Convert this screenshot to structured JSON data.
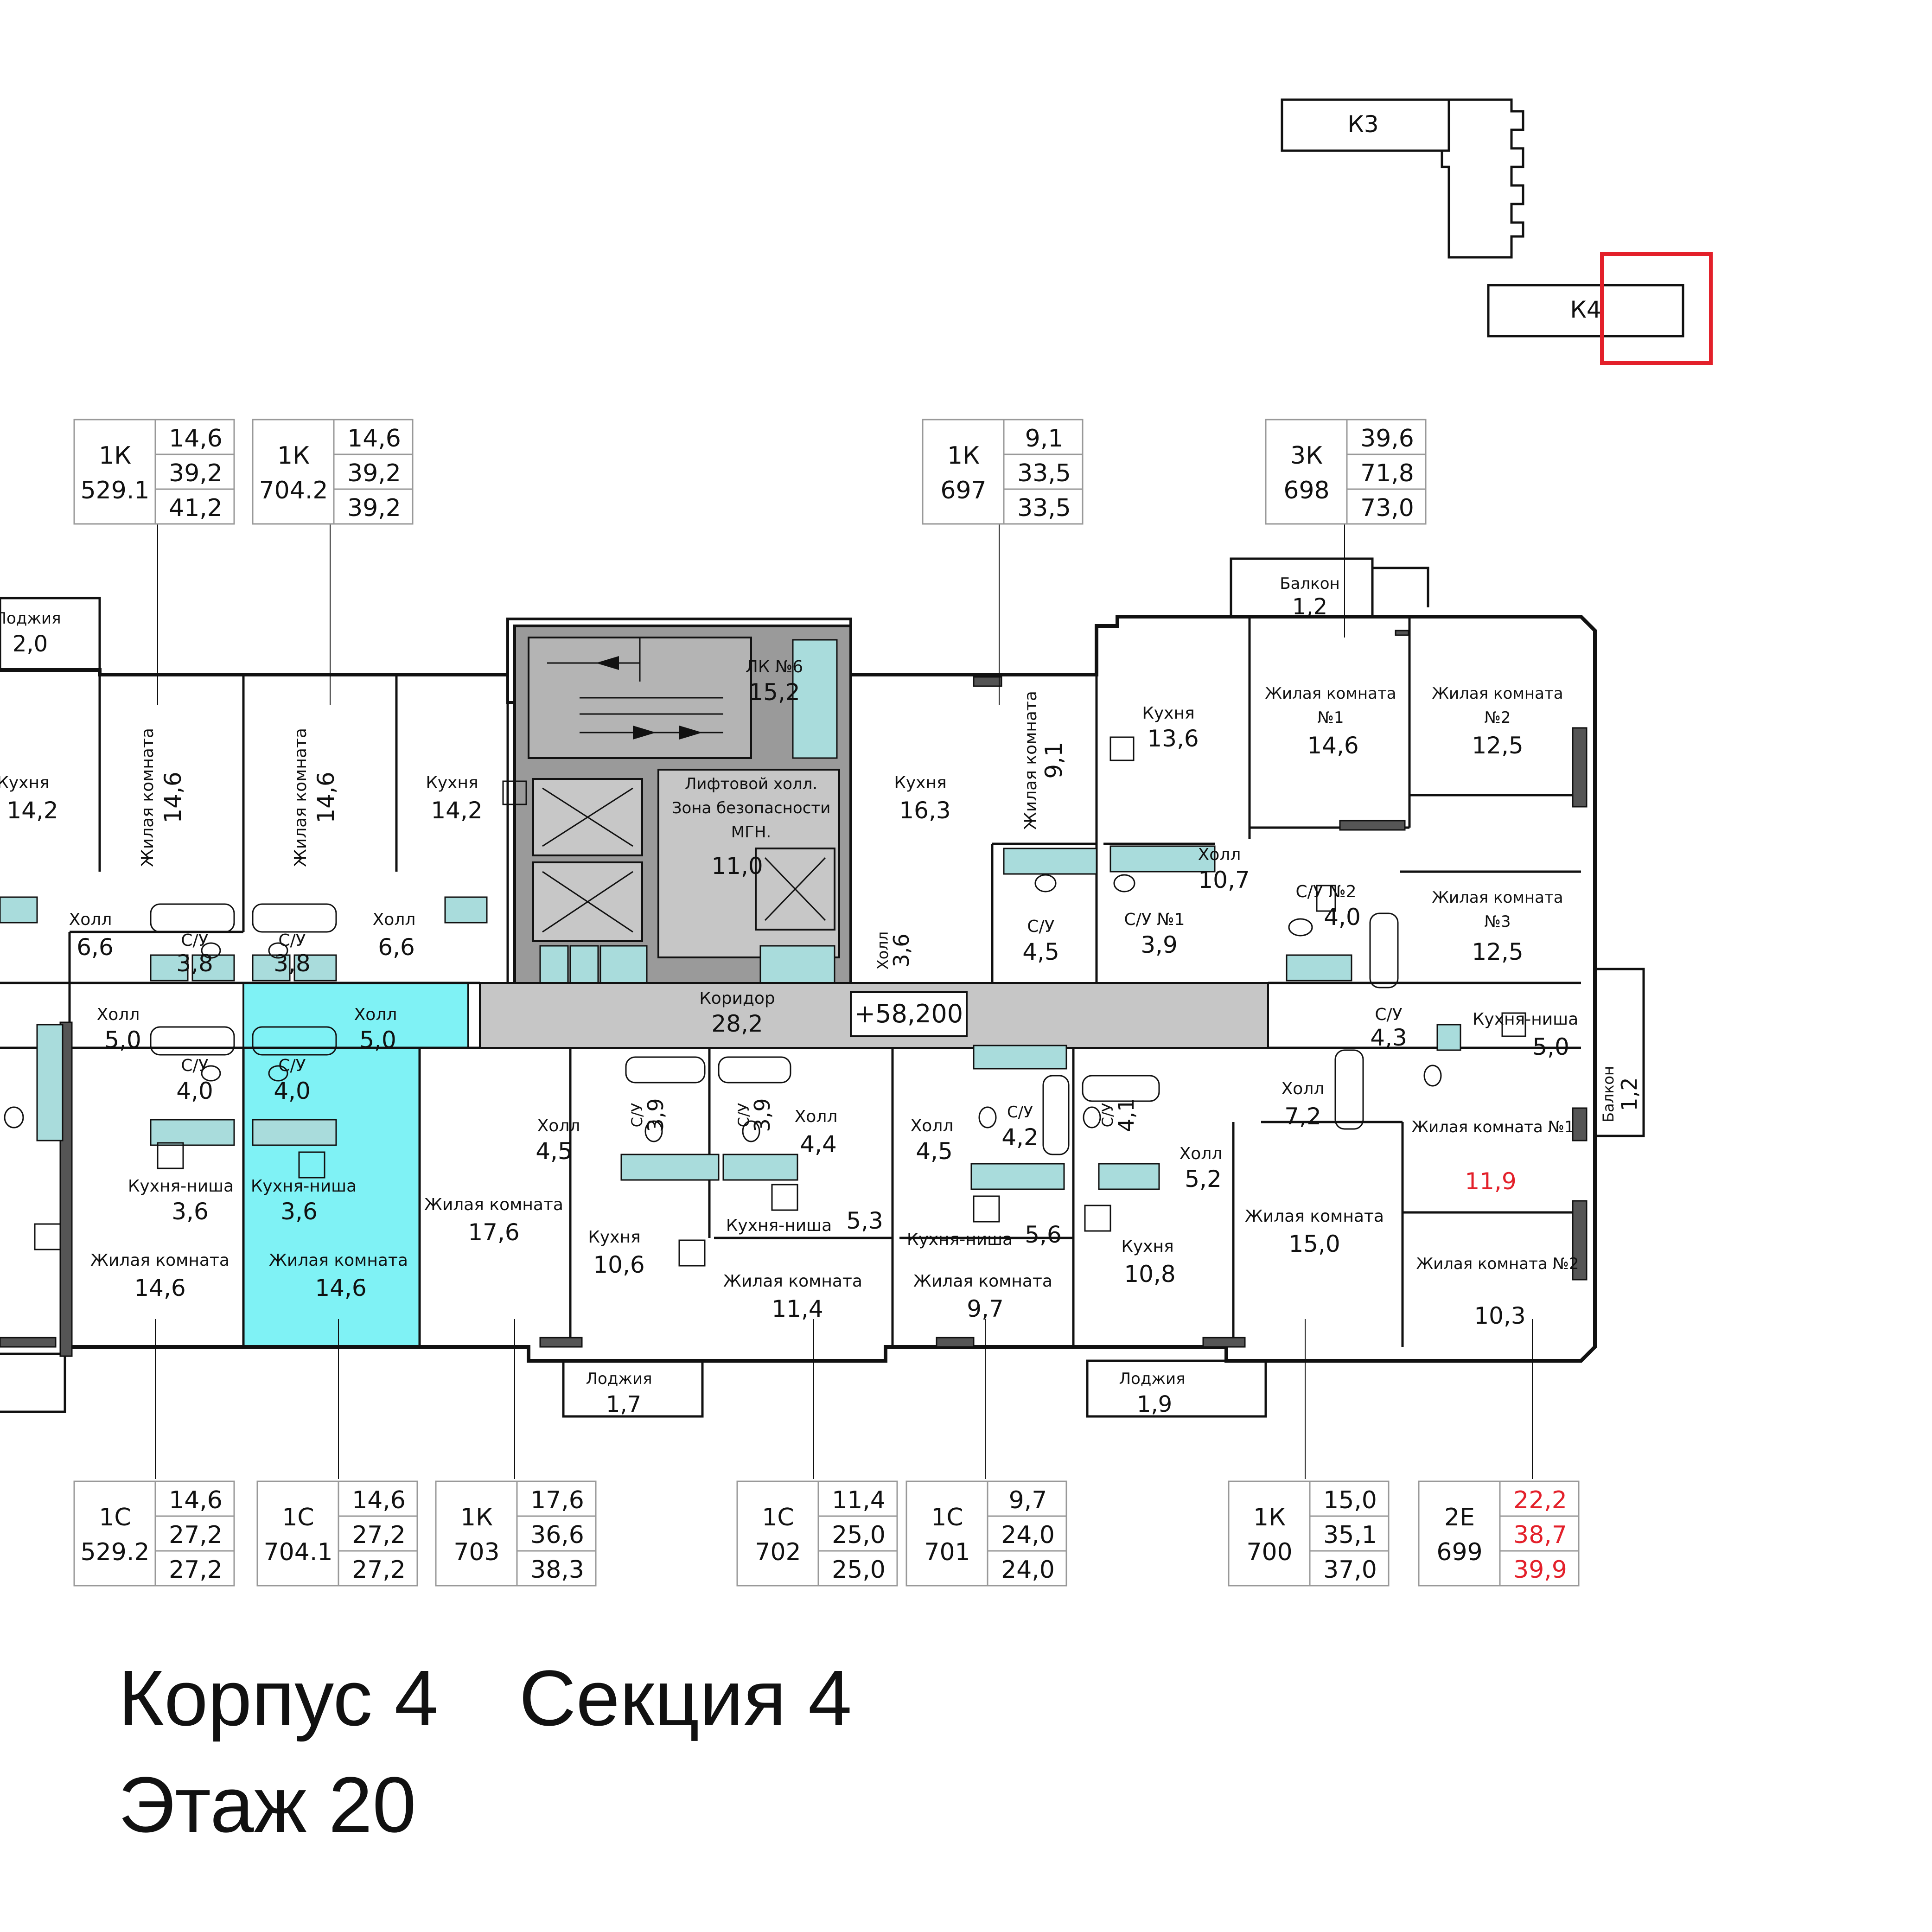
{
  "keyplan": {
    "k3": "К3",
    "k4": "К4",
    "marker_color": "#e3202a"
  },
  "colors": {
    "highlight": "#7ff2f5",
    "core": "#9a9a9a",
    "corridor": "#c6c6c6",
    "fixture": "#a9dcdc",
    "accent_red": "#e3202a"
  },
  "apartment_tags": [
    {
      "type": "1К",
      "no": "529.1",
      "v1": "14,6",
      "v2": "39,2",
      "v3": "41,2"
    },
    {
      "type": "1К",
      "no": "704.2",
      "v1": "14,6",
      "v2": "39,2",
      "v3": "39,2"
    },
    {
      "type": "1К",
      "no": "697",
      "v1": "9,1",
      "v2": "33,5",
      "v3": "33,5"
    },
    {
      "type": "3К",
      "no": "698",
      "v1": "39,6",
      "v2": "71,8",
      "v3": "73,0"
    },
    {
      "type": "1С",
      "no": "529.2",
      "v1": "14,6",
      "v2": "27,2",
      "v3": "27,2"
    },
    {
      "type": "1С",
      "no": "704.1",
      "v1": "14,6",
      "v2": "27,2",
      "v3": "27,2"
    },
    {
      "type": "1К",
      "no": "703",
      "v1": "17,6",
      "v2": "36,6",
      "v3": "38,3"
    },
    {
      "type": "1С",
      "no": "702",
      "v1": "11,4",
      "v2": "25,0",
      "v3": "25,0"
    },
    {
      "type": "1С",
      "no": "701",
      "v1": "9,7",
      "v2": "24,0",
      "v3": "24,0"
    },
    {
      "type": "1К",
      "no": "700",
      "v1": "15,0",
      "v2": "35,1",
      "v3": "37,0"
    },
    {
      "type": "2Е",
      "no": "699",
      "v1": "22,2",
      "v2": "38,7",
      "v3": "39,9"
    }
  ],
  "rooms": [
    {
      "name": "Лоджия",
      "area": "2,0"
    },
    {
      "name": "Кухня",
      "area": "14,2"
    },
    {
      "name": "Жилая комната",
      "area": "14,6"
    },
    {
      "name": "Жилая комната",
      "area": "14,6"
    },
    {
      "name": "Кухня",
      "area": "14,2"
    },
    {
      "name": "Холл",
      "area": "6,6"
    },
    {
      "name": "С/У",
      "area": "3,8"
    },
    {
      "name": "С/У",
      "area": "3,8"
    },
    {
      "name": "Холл",
      "area": "6,6"
    },
    {
      "name": "Холл",
      "area": "5,0"
    },
    {
      "name": "Холл",
      "area": "5,0"
    },
    {
      "name": "С/У",
      "area": "4,0"
    },
    {
      "name": "С/У",
      "area": "4,0"
    },
    {
      "name": "Кухня-ниша",
      "area": "3,6"
    },
    {
      "name": "Кухня-ниша",
      "area": "3,6"
    },
    {
      "name": "Жилая комната",
      "area": "14,6"
    },
    {
      "name": "Жилая комната",
      "area": "14,6"
    },
    {
      "name": "Жилая комната",
      "area": "17,6"
    },
    {
      "name": "ЛК №6",
      "area": "15,2"
    },
    {
      "name": "Лифтовой холл. Зона безопасности МГН.",
      "area": "11,0"
    },
    {
      "name": "Холл",
      "area": "3,6"
    },
    {
      "name": "Коридор",
      "area": "28,2"
    },
    {
      "name": "Кухня",
      "area": "16,3"
    },
    {
      "name": "Жилая комната",
      "area": "9,1"
    },
    {
      "name": "С/У",
      "area": "4,5"
    },
    {
      "name": "С/У №1",
      "area": "3,9"
    },
    {
      "name": "Кухня",
      "area": "13,6"
    },
    {
      "name": "Холл",
      "area": "10,7"
    },
    {
      "name": "Балкон",
      "area": "1,2"
    },
    {
      "name": "Жилая комната №1",
      "area": "14,6"
    },
    {
      "name": "Жилая комната №2",
      "area": "12,5"
    },
    {
      "name": "С/У №2",
      "area": "4,0"
    },
    {
      "name": "Жилая комната №3",
      "area": "12,5"
    },
    {
      "name": "Холл",
      "area": "4,5"
    },
    {
      "name": "С/У",
      "area": "3,9"
    },
    {
      "name": "С/У",
      "area": "3,9"
    },
    {
      "name": "Холл",
      "area": "4,4"
    },
    {
      "name": "Кухня",
      "area": "10,6"
    },
    {
      "name": "Кухня-ниша",
      "area": "5,3"
    },
    {
      "name": "Жилая комната",
      "area": "11,4"
    },
    {
      "name": "Холл",
      "area": "4,5"
    },
    {
      "name": "С/У",
      "area": "4,2"
    },
    {
      "name": "С/У",
      "area": "4,1"
    },
    {
      "name": "Кухня-ниша",
      "area": "5,6"
    },
    {
      "name": "Жилая комната",
      "area": "9,7"
    },
    {
      "name": "Холл",
      "area": "5,2"
    },
    {
      "name": "Кухня",
      "area": "10,8"
    },
    {
      "name": "Лоджия",
      "area": "1,7"
    },
    {
      "name": "Лоджия",
      "area": "1,9"
    },
    {
      "name": "С/У",
      "area": "4,3"
    },
    {
      "name": "Кухня-ниша",
      "area": "5,0"
    },
    {
      "name": "Холл",
      "area": "7,2"
    },
    {
      "name": "Жилая комната",
      "area": "15,0"
    },
    {
      "name": "Жилая комната №1",
      "area": "11,9"
    },
    {
      "name": "Жилая комната №2",
      "area": "10,3"
    },
    {
      "name": "Балкон",
      "area": "1,2"
    }
  ],
  "level_mark": "+58,200",
  "title": {
    "building": "Корпус 4",
    "section": "Секция 4",
    "floor": "Этаж 20"
  }
}
